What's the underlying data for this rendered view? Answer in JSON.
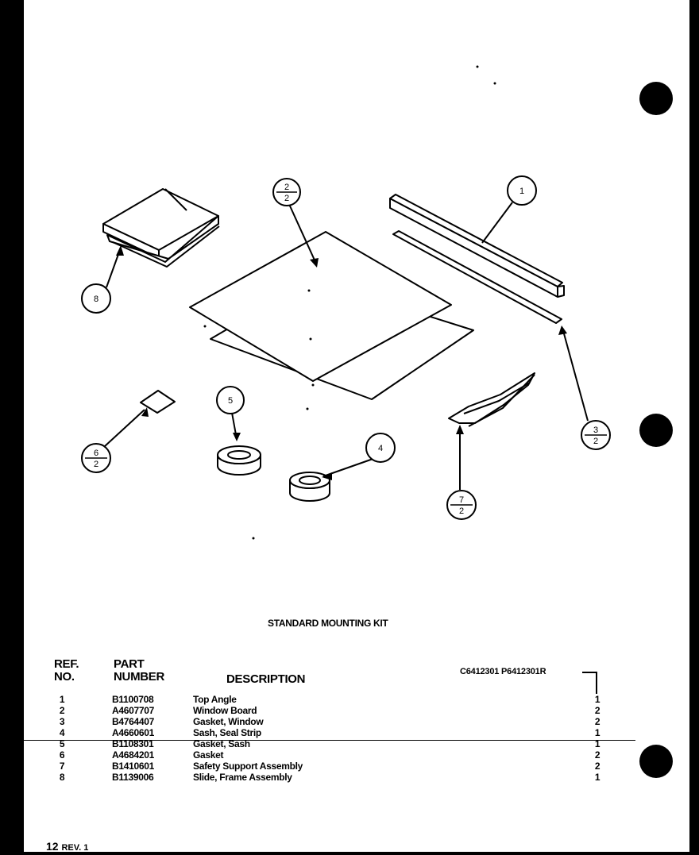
{
  "kit_title": "STANDARD MOUNTING KIT",
  "headers": {
    "ref_line1": "REF.",
    "ref_line2": "NO.",
    "part_line1": "PART",
    "part_line2": "NUMBER",
    "description": "DESCRIPTION"
  },
  "model_codes": "C6412301 P6412301R",
  "parts": [
    {
      "ref": "1",
      "part_number": "B1100708",
      "description": "Top Angle",
      "qty": "1"
    },
    {
      "ref": "2",
      "part_number": "A4607707",
      "description": "Window Board",
      "qty": "2"
    },
    {
      "ref": "3",
      "part_number": "B4764407",
      "description": "Gasket, Window",
      "qty": "2"
    },
    {
      "ref": "4",
      "part_number": "A4660601",
      "description": "Sash, Seal Strip",
      "qty": "1"
    },
    {
      "ref": "5",
      "part_number": "B1108301",
      "description": "Gasket, Sash",
      "qty": "1"
    },
    {
      "ref": "6",
      "part_number": "A4684201",
      "description": "Gasket",
      "qty": "2"
    },
    {
      "ref": "7",
      "part_number": "B1410601",
      "description": "Safety Support Assembly",
      "qty": "2"
    },
    {
      "ref": "8",
      "part_number": "B1139006",
      "description": "Slide, Frame Assembly",
      "qty": "1"
    }
  ],
  "callouts": {
    "c1": "1",
    "c2_top": "2",
    "c2_bottom": "2",
    "c3_top": "3",
    "c3_bottom": "2",
    "c4": "4",
    "c5": "5",
    "c6_top": "6",
    "c6_bottom": "2",
    "c7_top": "7",
    "c7_bottom": "2",
    "c8": "8"
  },
  "page_number": "12",
  "revision": "REV. 1"
}
